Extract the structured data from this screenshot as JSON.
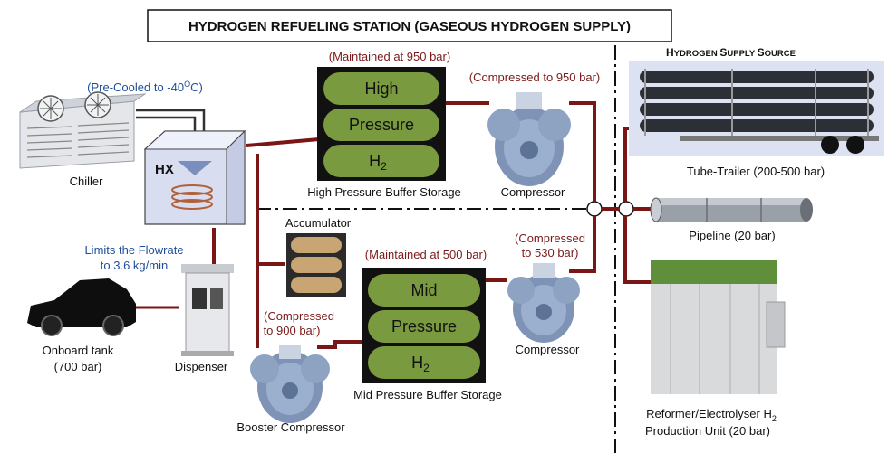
{
  "title": "HYDROGEN REFUELING STATION (GASEOUS HYDROGEN SUPPLY)",
  "supply_source": {
    "heading_caps": [
      "H",
      "S",
      "S"
    ],
    "heading_small": [
      "YDROGEN ",
      "UPPLY ",
      "OURCE"
    ],
    "tube_trailer": "Tube-Trailer (200-500 bar)",
    "pipeline": "Pipeline (20 bar)",
    "production_line1": "Reformer/Electrolyser H",
    "production_sub": "2",
    "production_line2": "Production Unit (20 bar)"
  },
  "high_storage": {
    "note": "(Maintained at 950 bar)",
    "pills": [
      "High",
      "Pressure",
      "H"
    ],
    "pill_sub": "2",
    "caption": "High Pressure Buffer Storage"
  },
  "mid_storage": {
    "note": "(Maintained at 500 bar)",
    "pills": [
      "Mid",
      "Pressure",
      "H"
    ],
    "pill_sub": "2",
    "caption": "Mid Pressure Buffer Storage"
  },
  "compressor_high": {
    "note": "(Compressed to 950 bar)",
    "caption": "Compressor"
  },
  "compressor_mid": {
    "note_line1": "(Compressed",
    "note_line2": "to 530 bar)",
    "caption": "Compressor"
  },
  "booster": {
    "note_line1": "(Compressed",
    "note_line2": "to 900 bar)",
    "caption": "Booster Compressor"
  },
  "chiller": {
    "caption": "Chiller",
    "note_prefix": "(Pre-Cooled to -40",
    "note_sup": "O",
    "note_suffix": "C)"
  },
  "heat_exchanger": {
    "label": "HX"
  },
  "accumulator": {
    "caption": "Accumulator"
  },
  "dispenser": {
    "caption": "Dispenser",
    "limit_line1": "Limits the Flowrate",
    "limit_line2": "to 3.6 kg/min"
  },
  "vehicle": {
    "caption_line1": "Onboard tank",
    "caption_line2": "(700 bar)"
  },
  "colors": {
    "pipe": "#7a1616",
    "pill_fill": "#7a9a3f",
    "box_fill": "#111111",
    "note_red": "#7a1a1a",
    "note_blue": "#1f4f9a"
  }
}
